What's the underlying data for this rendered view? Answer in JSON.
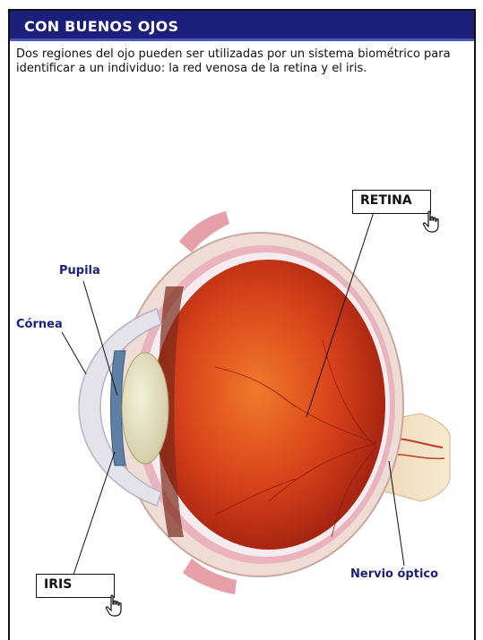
{
  "header": {
    "title": "CON BUENOS OJOS"
  },
  "intro": {
    "text": "Dos regiones del ojo pueden ser utilizadas por un sistema biométrico para identificar a un individuo: la red venosa de la retina y el iris."
  },
  "labels": {
    "retina": "RETINA",
    "iris": "IRIS",
    "pupila": "Pupila",
    "cornea": "Córnea",
    "nervio": "Nervio óptico"
  },
  "colors": {
    "header_bg": "#1c1f79",
    "label_text": "#1c1f79",
    "eye_interior": "#d8421a"
  },
  "icons": [
    "hand-pointer-icon"
  ]
}
